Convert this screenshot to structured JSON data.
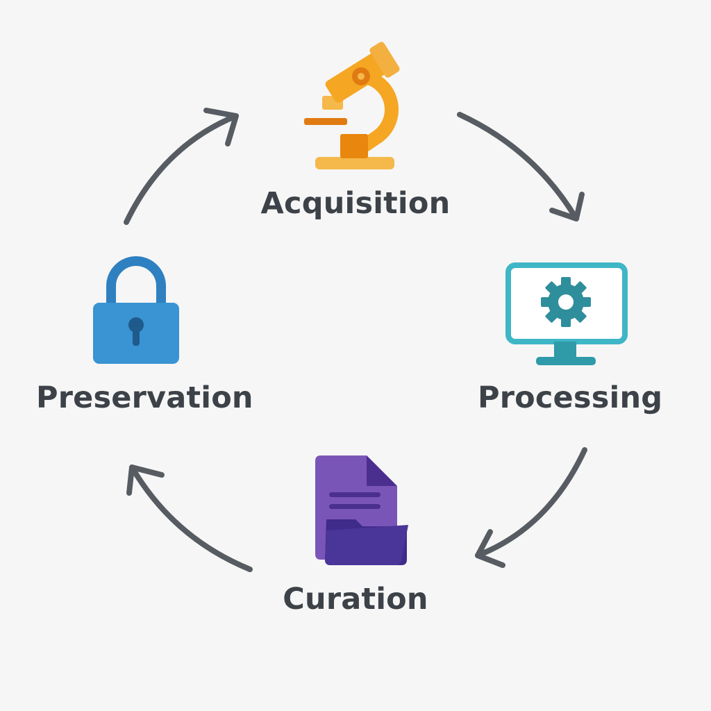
{
  "stages": [
    {
      "id": "acquisition",
      "label": "Acquisition",
      "icon": "microscope-icon",
      "color": "#f5a623"
    },
    {
      "id": "processing",
      "label": "Processing",
      "icon": "monitor-gear-icon",
      "color": "#3fb6c6"
    },
    {
      "id": "curation",
      "label": "Curation",
      "icon": "document-folder-icon",
      "color": "#6b4fb0"
    },
    {
      "id": "preservation",
      "label": "Preservation",
      "icon": "padlock-icon",
      "color": "#3a93d2"
    }
  ],
  "flow": {
    "direction": "clockwise",
    "arrow_color": "#575c62"
  }
}
